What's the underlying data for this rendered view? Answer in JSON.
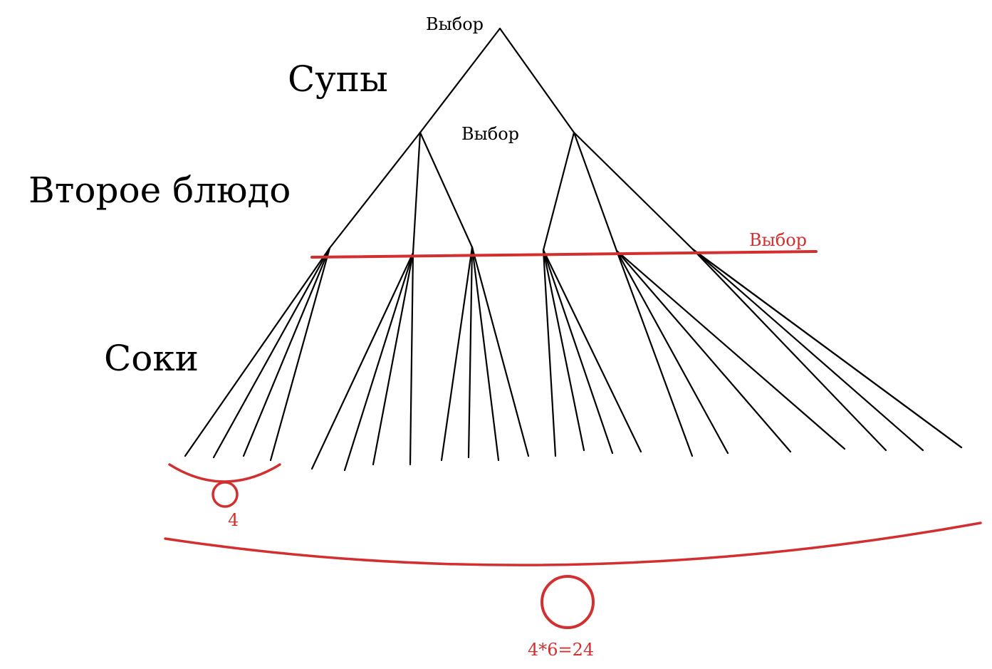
{
  "labels": {
    "top_choice": "Выбор",
    "soups": "Супы",
    "second_choice": "Выбор",
    "main_course": "Второе блюдо",
    "third_choice": "Выбор",
    "juices": "Соки",
    "group_count": "4",
    "total_formula": "4*6=24"
  },
  "tree": {
    "soups_count": 2,
    "main_courses_per_soup": 3,
    "juices_per_main_course": 4
  },
  "colors": {
    "tree_lines": "#000000",
    "annotation": "#d32f2f"
  }
}
